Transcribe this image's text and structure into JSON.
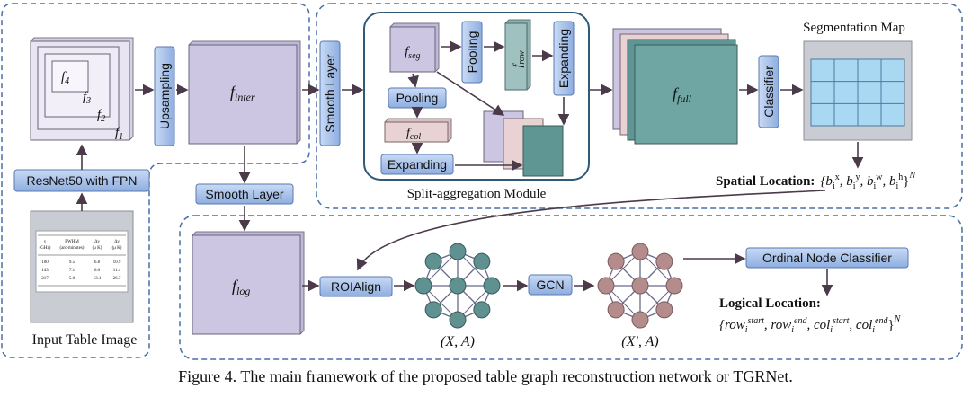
{
  "diagram": {
    "features": {
      "f1": "f",
      "f1_sub": "1",
      "f2": "f",
      "f2_sub": "2",
      "f3": "f",
      "f3_sub": "3",
      "f4": "f",
      "f4_sub": "4",
      "inter": "f",
      "inter_sub": "inter",
      "seg": "f",
      "seg_sub": "seg",
      "row": "f",
      "row_sub": "row",
      "col": "f",
      "col_sub": "col",
      "full": "f",
      "full_sub": "full",
      "log": "f",
      "log_sub": "log"
    },
    "modules": {
      "upsampling": "Upsampling",
      "smooth_layer_top": "Smooth Layer",
      "smooth_layer_bottom": "Smooth Layer",
      "resnet": "ResNet50 with FPN",
      "pooling_top": "Pooling",
      "pooling_left": "Pooling",
      "expanding_right": "Expanding",
      "expanding_bottom": "Expanding",
      "classifier": "Classifier",
      "roialign": "ROIAlign",
      "gcn": "GCN",
      "ordinal": "Ordinal Node Classifier"
    },
    "labels": {
      "split_module": "Split-aggregation Module",
      "segmentation_map": "Segmentation Map",
      "input_table_image": "Input Table Image",
      "spatial_location": "Spatial Location:",
      "spatial_formula": "{b",
      "logical_location": "Logical Location:",
      "graph_left": "(X, A)",
      "graph_right": "(X′, A)",
      "sup_N": "N"
    },
    "table_image": {
      "headers": [
        [
          "ν",
          "(GHz)"
        ],
        [
          "FWHM",
          "(arc-minutes)"
        ],
        [
          "Δν",
          "(μ K)"
        ],
        [
          "Δν",
          "(μ K)"
        ]
      ],
      "rows": [
        [
          "100",
          "9.5",
          "6.8",
          "10.9"
        ],
        [
          "143",
          "7.1",
          "6.0",
          "11.4"
        ],
        [
          "217",
          "5.0",
          "13.1",
          "26.7"
        ]
      ]
    },
    "colors": {
      "module_fill": "#9db8e6",
      "feature_fill": "#cdc6e3",
      "teal_node": "#5e918f",
      "mauve_node": "#b48c8c",
      "dashed_border": "#4a6fa5"
    }
  },
  "caption": "Figure 4. The main framework of the proposed table graph reconstruction network or TGRNet."
}
